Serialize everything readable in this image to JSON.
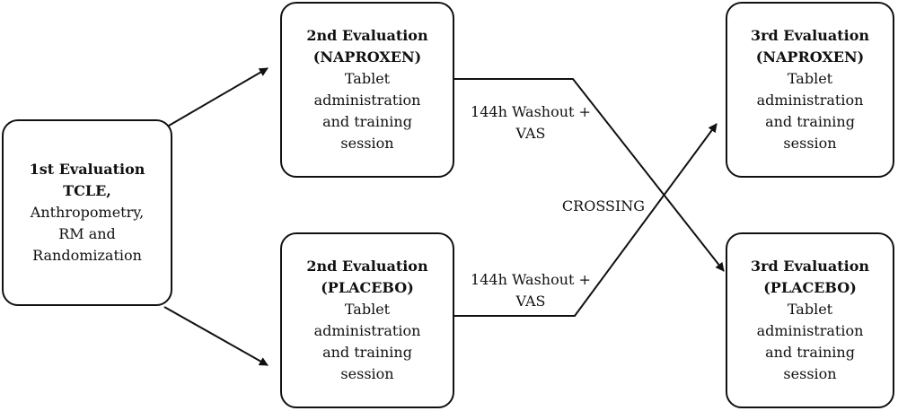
{
  "nodes": {
    "first": {
      "title": "1st Evaluation",
      "subtitle": "TCLE,",
      "lines": [
        "Anthropometry,",
        "RM and",
        "Randomization"
      ]
    },
    "second_naproxen": {
      "title": "2nd Evaluation",
      "drug": "(NAPROXEN)",
      "lines": [
        "Tablet",
        "administration",
        "and training",
        "session"
      ]
    },
    "second_placebo": {
      "title": "2nd Evaluation",
      "drug": "(PLACEBO)",
      "lines": [
        "Tablet",
        "administration",
        "and training",
        "session"
      ]
    },
    "third_naproxen": {
      "title": "3rd Evaluation",
      "drug": "(NAPROXEN)",
      "lines": [
        "Tablet",
        "administration",
        "and training",
        "session"
      ]
    },
    "third_placebo": {
      "title": "3rd Evaluation",
      "drug": "(PLACEBO)",
      "lines": [
        "Tablet",
        "administration",
        "and training",
        "session"
      ]
    }
  },
  "edge_labels": {
    "washout_top": [
      "144h Washout +",
      "VAS"
    ],
    "washout_bottom": [
      "144h Washout +",
      "VAS"
    ],
    "crossing": "CROSSING"
  }
}
